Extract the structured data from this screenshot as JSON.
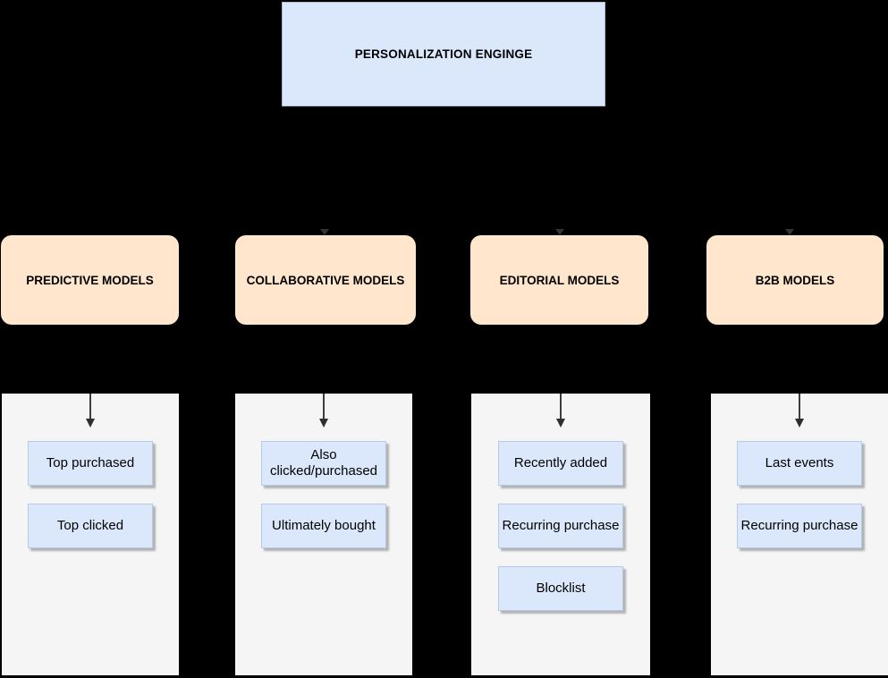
{
  "root": {
    "label": "PERSONALIZATION ENGINGE"
  },
  "branches": [
    {
      "label": "PREDICTIVE MODELS",
      "items": [
        "Top purchased",
        "Top clicked"
      ]
    },
    {
      "label": "COLLABORATIVE MODELS",
      "items": [
        "Also clicked/purchased",
        "Ultimately bought"
      ]
    },
    {
      "label": "EDITORIAL MODELS",
      "items": [
        "Recently added",
        "Recurring purchase",
        "Blocklist"
      ]
    },
    {
      "label": "B2B MODELS",
      "items": [
        "Last events",
        "Recurring purchase"
      ]
    }
  ],
  "colors": {
    "background": "#000000",
    "root_fill": "#dbe8fc",
    "branch_fill": "#ffe6cc",
    "panel_fill": "#f5f5f5",
    "node_fill": "#dbe8fc",
    "node_border": "#b6cae6",
    "arrow": "#333333"
  }
}
